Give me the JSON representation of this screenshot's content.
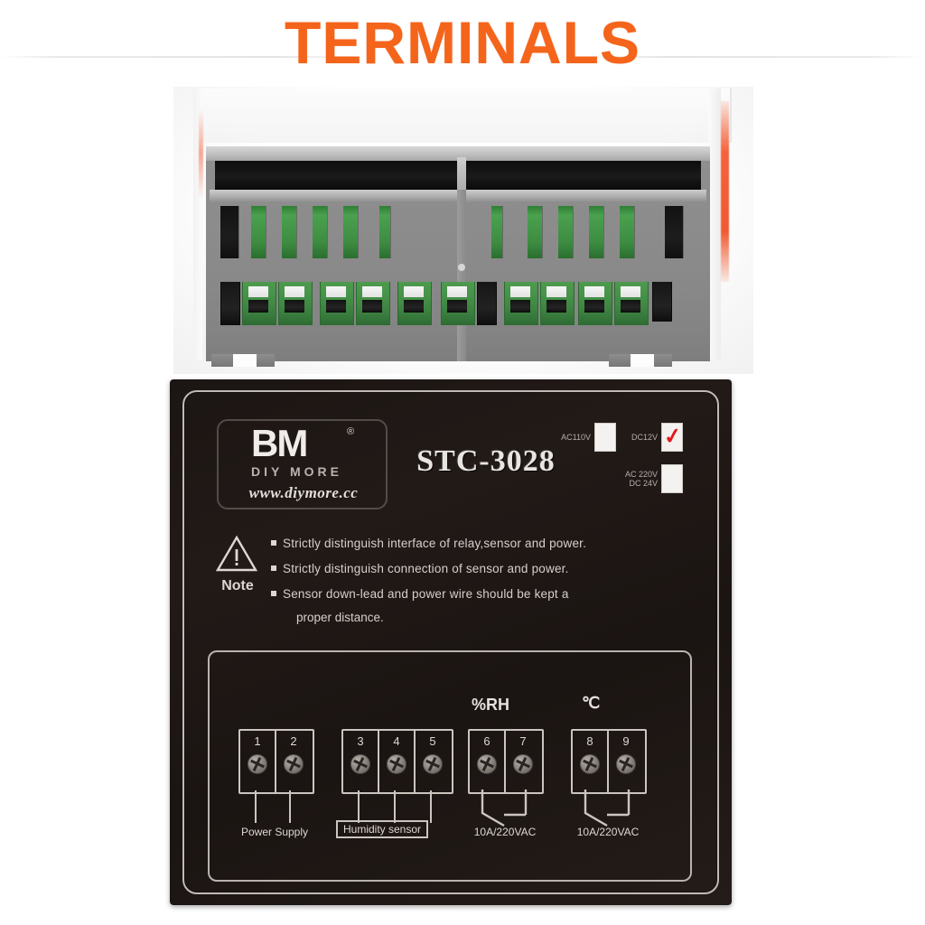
{
  "page": {
    "title": "TERMINALS",
    "title_color": "#f4641b",
    "background_color": "#ffffff"
  },
  "device_photo": {
    "alt_name": "stc-3028-rear-terminals-photo",
    "housing_color": "#8a8a8a",
    "terminal_block_color": "#4a9a4e",
    "accent_color": "#f05a32",
    "fin_count": 12,
    "connector_count": 10
  },
  "label_panel": {
    "background_color": "#1d1614",
    "border_color": "#cfc9c5",
    "brand": {
      "logo_text": "BM",
      "registered_mark": "®",
      "tagline": "DIY MORE",
      "website": "www.diymore.cc"
    },
    "model": "STC-3028",
    "voltage_options": [
      {
        "label": "AC110V",
        "checked": false
      },
      {
        "label": "DC12V",
        "checked": true,
        "check_mark": "✓",
        "check_color": "#e01b1b"
      },
      {
        "label": "AC220V\nDC24V",
        "label_line1": "AC 220V",
        "label_line2": "DC 24V",
        "checked": false
      }
    ],
    "note": {
      "heading": "Note",
      "icon": "warning-triangle-icon",
      "lines": [
        "Strictly distinguish interface of relay,sensor and power.",
        "Strictly distinguish connection of sensor and power.",
        "Sensor down-lead and power wire should be kept a"
      ],
      "continuation": "proper distance."
    },
    "terminal_diagram": {
      "group_labels": [
        {
          "text": "%RH",
          "for_terminals": "6-7"
        },
        {
          "text": "℃",
          "for_terminals": "8-9"
        }
      ],
      "groups": [
        {
          "name": "power-supply",
          "terminals": [
            "1",
            "2"
          ],
          "bottom_label": "Power Supply",
          "boxed_label": false,
          "relay": false
        },
        {
          "name": "humidity-sensor",
          "terminals": [
            "3",
            "4",
            "5"
          ],
          "bottom_label": "Humidity sensor",
          "boxed_label": true,
          "relay": false
        },
        {
          "name": "humidity-relay",
          "terminals": [
            "6",
            "7"
          ],
          "bottom_label": "10A/220VAC",
          "boxed_label": false,
          "relay": true
        },
        {
          "name": "temperature-relay",
          "terminals": [
            "8",
            "9"
          ],
          "bottom_label": "10A/220VAC",
          "boxed_label": false,
          "relay": true
        }
      ]
    }
  }
}
